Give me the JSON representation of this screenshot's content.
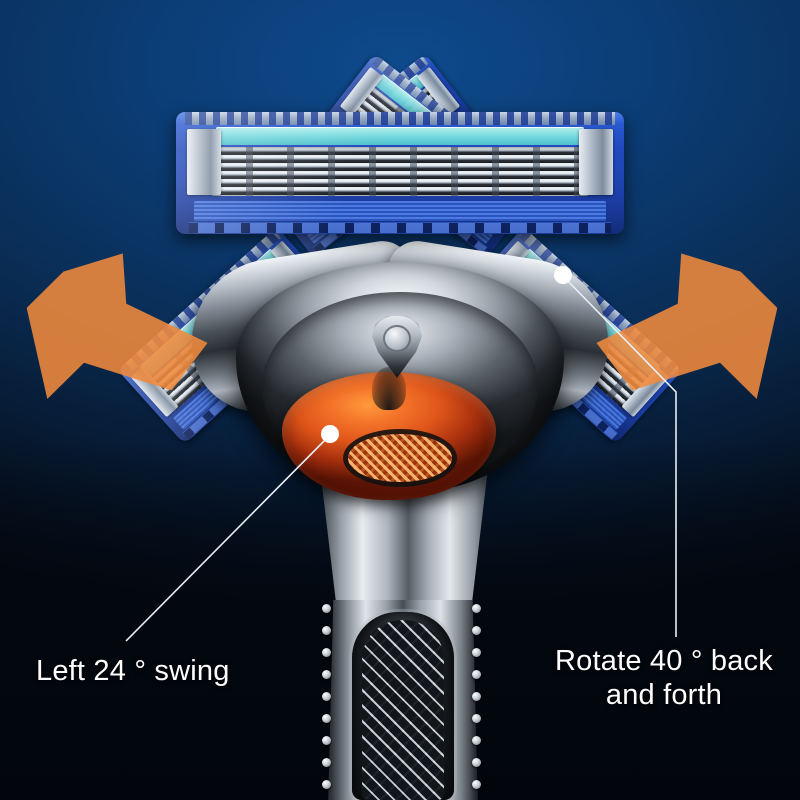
{
  "scene": {
    "title": "Razor head pivot and swing motion diagram",
    "background_top_color": "#0e4a8c",
    "background_bottom_color": "#03070e",
    "accent_arrow_color": "#f08a3c",
    "leader_line_color": "#e8eef6",
    "label_text_color": "#fdfdfd"
  },
  "callouts": [
    {
      "id": "left-swing",
      "text": "Left 24 ° swing",
      "angle_value": "24",
      "angle_unit": "°",
      "motion": "swing",
      "direction": "Left"
    },
    {
      "id": "rotate-back-forth",
      "text": "Rotate 40 ° back\nand forth",
      "angle_value": "40",
      "angle_unit": "°",
      "motion": "Rotate back and forth"
    }
  ],
  "product": {
    "cartridge": {
      "blade_count": 5,
      "lubrication_strip_color": "#74d8dd",
      "housing_color": "#2149bd",
      "end_cap_color": "#aab6c4"
    },
    "ghost_cartridges": [
      {
        "id": "ghost-top-left",
        "rotation_deg": -38
      },
      {
        "id": "ghost-top-right",
        "rotation_deg": 38
      },
      {
        "id": "ghost-mid-left",
        "rotation_deg": -42
      },
      {
        "id": "ghost-mid-right",
        "rotation_deg": 42
      }
    ],
    "pivot_pod": {
      "color": "#e0561a",
      "mesh_color": "#c2470f",
      "shape": "oval"
    },
    "handle": {
      "finish": "chrome",
      "grip_pattern": "diamond knurl"
    }
  },
  "arrows": [
    {
      "id": "arrow-left",
      "points": "down-left",
      "color": "#f08a3c",
      "opacity": 0.88
    },
    {
      "id": "arrow-right",
      "points": "down-right",
      "color": "#f08a3c",
      "opacity": 0.88
    }
  ]
}
